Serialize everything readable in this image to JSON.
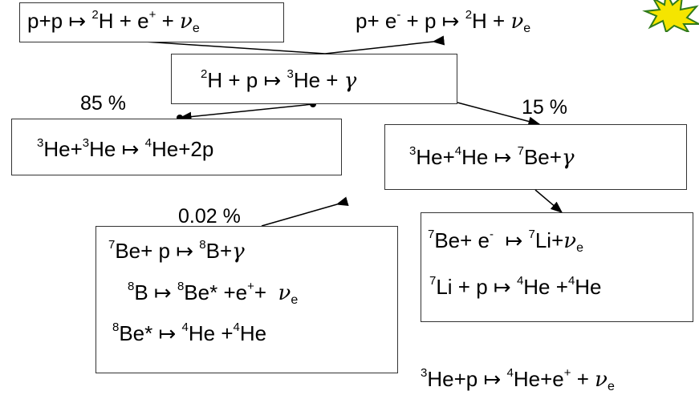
{
  "reactions": {
    "pp": {
      "a": "p+p",
      "arrow": "↦",
      "m1": "2",
      "b": "H + e",
      "sp": "+",
      "c": " + ",
      "nu": "ν",
      "e": "e"
    },
    "pep": {
      "a": "p+ e",
      "sm": "-",
      "b": " + p",
      "arrow": "↦",
      "m1": "2",
      "c": "H + ",
      "nu": "ν",
      "e": "e"
    },
    "dp": {
      "m1": "2",
      "a": "H + p",
      "arrow": "↦",
      "m2": "3",
      "b": "He + ",
      "gamma": "γ"
    },
    "he3he3": {
      "m1": "3",
      "a": "He+",
      "m2": "3",
      "b": "He",
      "arrow": "↦",
      "m3": "4",
      "c": "He+2p"
    },
    "he3he4": {
      "m1": "3",
      "a": "He+",
      "m2": "4",
      "b": "He",
      "arrow": "↦",
      "m3": "7",
      "c": "Be+",
      "gamma": "γ"
    },
    "be7p": {
      "m1": "7",
      "a": "Be+  p",
      "arrow": "↦",
      "m2": "8",
      "b": "B+",
      "gamma": "γ"
    },
    "b8": {
      "m1": "8",
      "a": "B",
      "arrow": "↦",
      "m2": "8",
      "b": "Be* +e",
      "sp": "+",
      "c": "+",
      "nu": "ν",
      "e": "e"
    },
    "be8": {
      "m1": "8",
      "a": "Be*",
      "arrow": "↦",
      "m2": "4",
      "b": "He +",
      "m3": "4",
      "c": "He"
    },
    "be7e": {
      "m1": "7",
      "a": "Be+  e",
      "sm": "-",
      "arrow": "↦",
      "m2": "7",
      "b": "Li+",
      "nu": "ν",
      "e": "e"
    },
    "li7p": {
      "m1": "7",
      "a": "Li + p",
      "arrow": "↦",
      "m2": "4",
      "b": "He +",
      "m3": "4",
      "c": "He"
    },
    "hep": {
      "m1": "3",
      "a": "He+p",
      "arrow": "↦",
      "m2": "4",
      "b": "He+e",
      "sp": "+",
      "c": " + ",
      "nu": "ν",
      "e": "e"
    }
  },
  "branches": {
    "ppi": "85 %",
    "ppii": "15 %",
    "ppiii": "0.02 %"
  },
  "colors": {
    "star_fill": "#f5e500",
    "star_edge": "#2f7a1a",
    "line": "#000000"
  },
  "icons": {
    "corner": "star-burst-icon"
  }
}
